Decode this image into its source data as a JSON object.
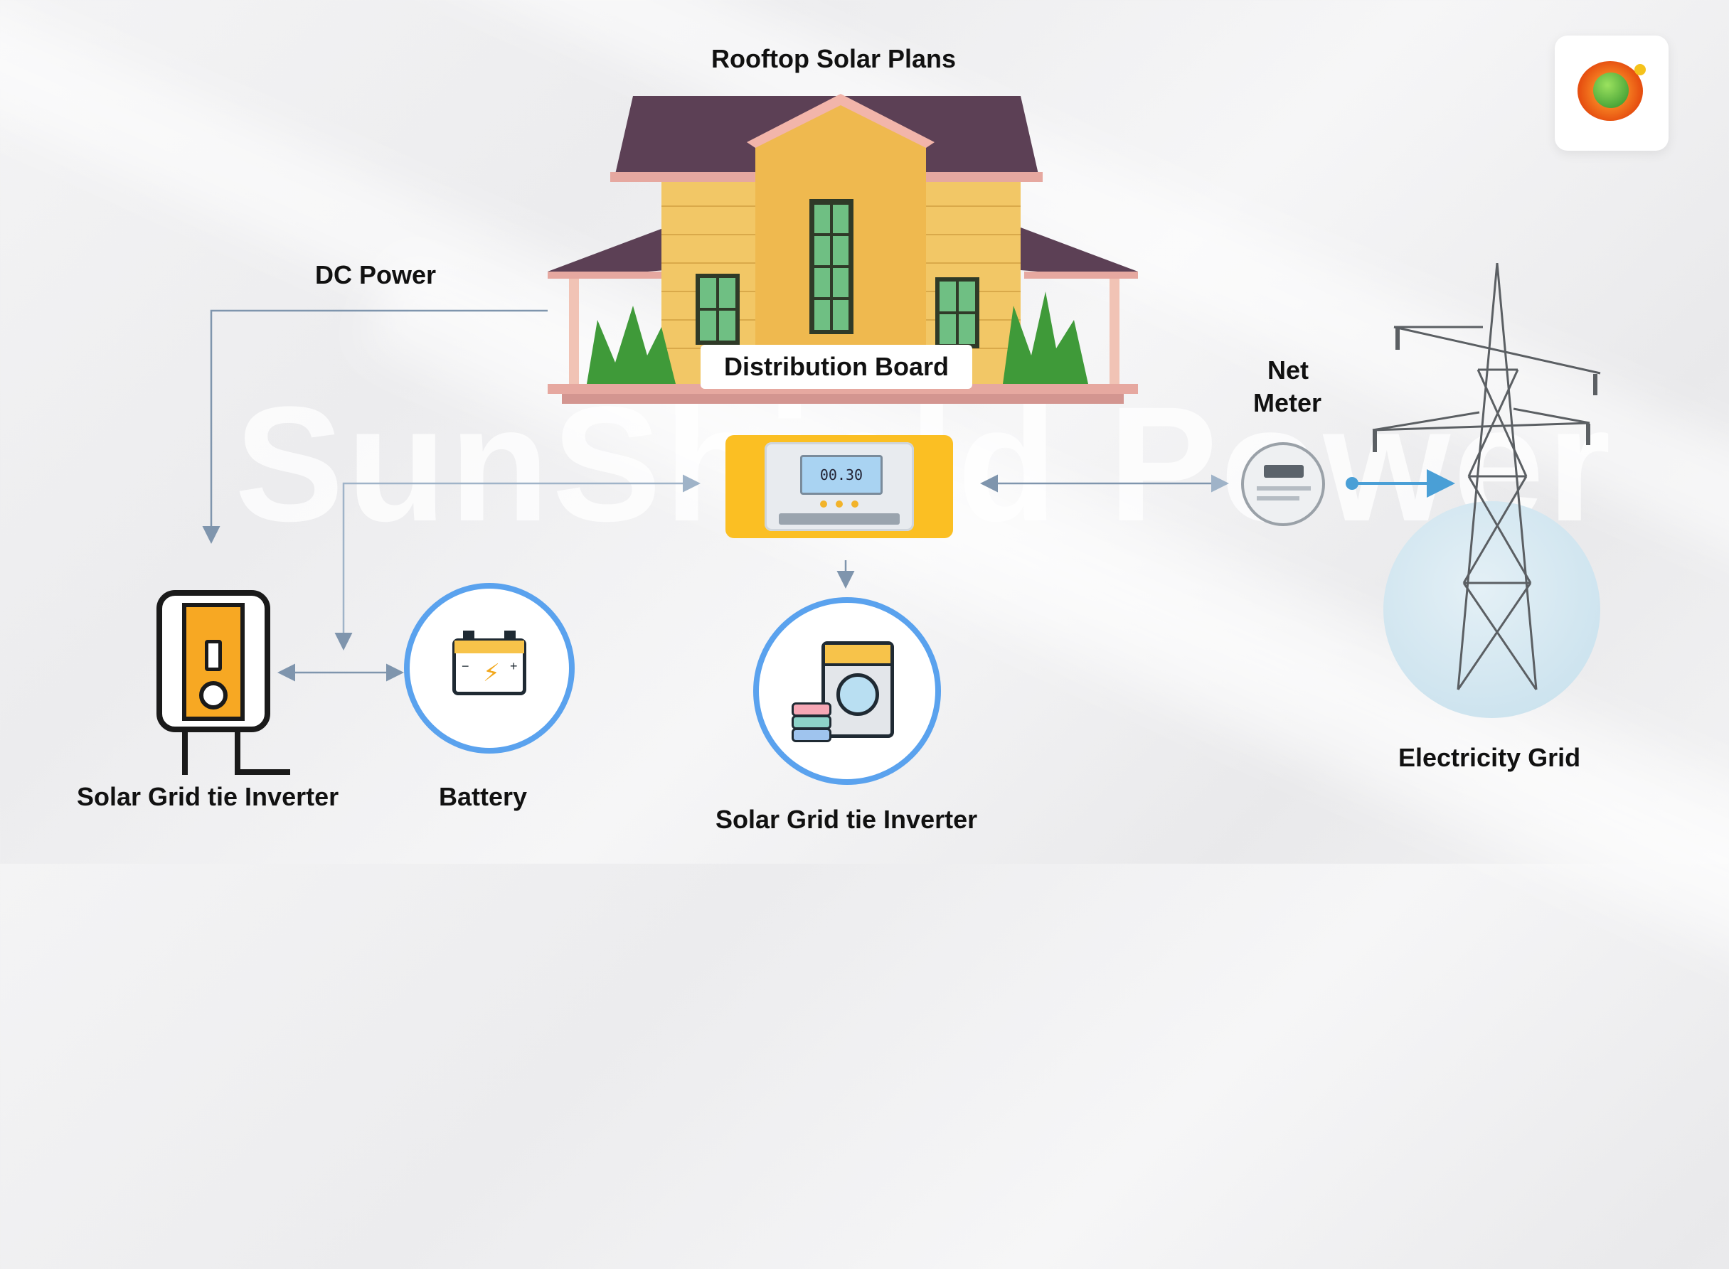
{
  "title": "Rooftop Solar Plans",
  "watermark": "SunShield Power",
  "labels": {
    "dc_power": "DC Power",
    "distribution_board": "Distribution Board",
    "net_meter_line1": "Net",
    "net_meter_line2": "Meter",
    "inverter_left": "Solar Grid tie Inverter",
    "battery": "Battery",
    "inverter_center": "Solar Grid tie Inverter",
    "electricity_grid": "Electricity Grid"
  },
  "charge_controller_display": "00.30",
  "icons": [
    "house-illustration",
    "inverter-icon",
    "battery-icon",
    "washing-machine-icon",
    "charge-controller-icon",
    "net-meter-icon",
    "transmission-tower-icon",
    "brand-logo-icon"
  ],
  "colors": {
    "accent_blue": "#5aa2ee",
    "controller_yellow": "#fbbf23",
    "inverter_orange": "#f7a823",
    "connector": "#7f95ad"
  }
}
